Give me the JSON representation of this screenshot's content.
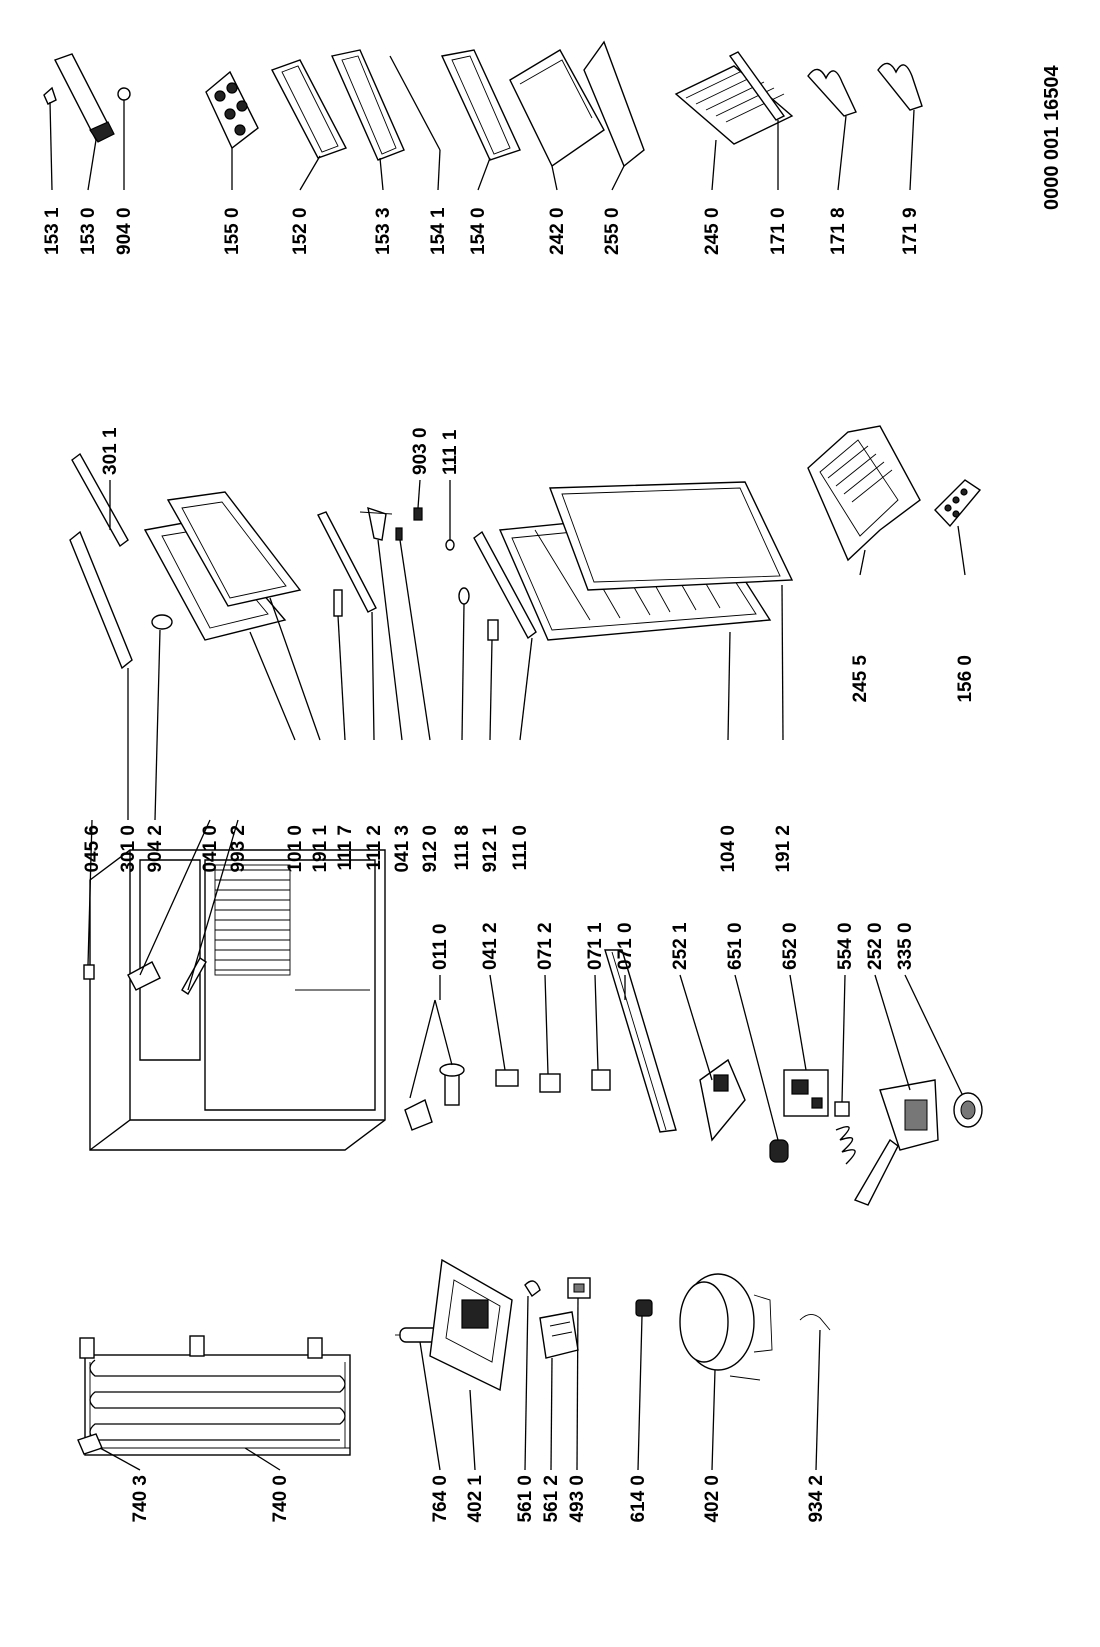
{
  "document_number": "0000 001 16504",
  "groups": {
    "accessories": [
      "153 1",
      "153 0",
      "904 0",
      "155 0",
      "152 0",
      "153 3",
      "154 1",
      "154 0",
      "242 0",
      "255 0",
      "245 0",
      "171 0",
      "171 8",
      "171 9"
    ],
    "doors": [
      "045 6",
      "301 0",
      "904 2",
      "041 0",
      "993 2",
      "101 0",
      "191 1",
      "111 7",
      "111 2",
      "041 3",
      "912 0",
      "111 8",
      "912 1",
      "111 0",
      "104 0",
      "191 2",
      "301 1",
      "903 0",
      "111 1",
      "245 5",
      "156 0"
    ],
    "cabinet": [
      "011 0",
      "041 2",
      "071 2",
      "071 1",
      "071 0",
      "252 1",
      "651 0",
      "652 0",
      "554 0",
      "252 0",
      "335 0"
    ],
    "cooling": [
      "740 3",
      "740 0",
      "764 0",
      "402 1",
      "561 0",
      "561 2",
      "493 0",
      "614 0",
      "402 0",
      "934 2"
    ]
  }
}
